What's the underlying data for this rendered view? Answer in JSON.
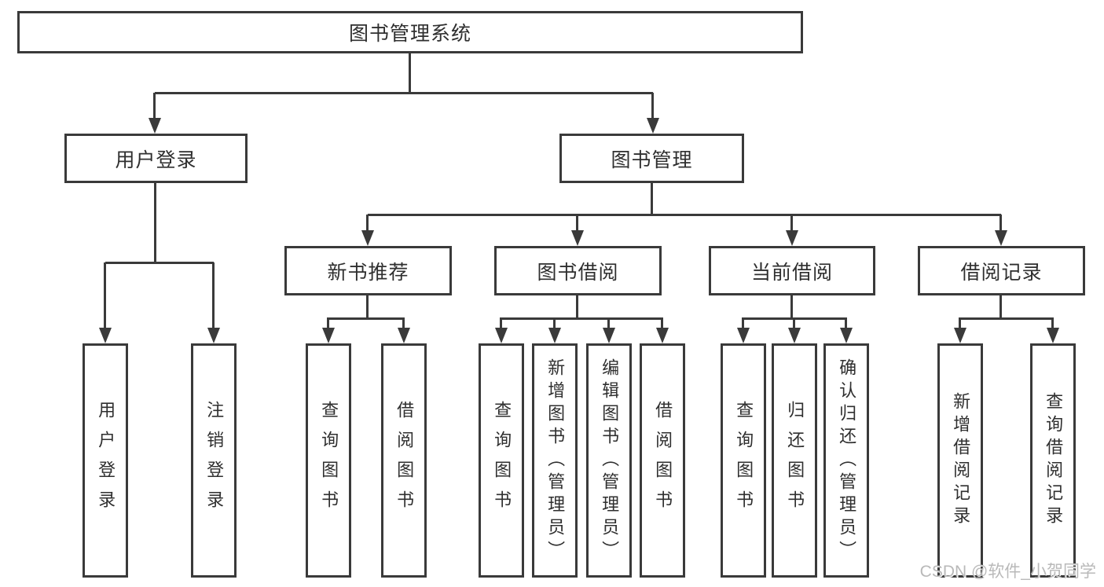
{
  "tree": {
    "root": {
      "label": "图书管理系统"
    },
    "branches": [
      {
        "label": "用户登录",
        "children": [
          {
            "label": "用户登录"
          },
          {
            "label": "注销登录"
          }
        ]
      },
      {
        "label": "图书管理",
        "sections": [
          {
            "label": "新书推荐",
            "children": [
              {
                "label": "查询图书"
              },
              {
                "label": "借阅图书"
              }
            ]
          },
          {
            "label": "图书借阅",
            "children": [
              {
                "label": "查询图书"
              },
              {
                "label": "新增图书（管理员）"
              },
              {
                "label": "编辑图书（管理员）"
              },
              {
                "label": "借阅图书"
              }
            ]
          },
          {
            "label": "当前借阅",
            "children": [
              {
                "label": "查询图书"
              },
              {
                "label": "归还图书"
              },
              {
                "label": "确认归还（管理员）"
              }
            ]
          },
          {
            "label": "借阅记录",
            "children": [
              {
                "label": "新增借阅记录"
              },
              {
                "label": "查询借阅记录"
              }
            ]
          }
        ]
      }
    ]
  },
  "watermark": {
    "text": "CSDN @软件_小贺同学"
  },
  "colors": {
    "line": "#3a3a3a",
    "box_border": "#3a3a3a",
    "text": "#2f2f2f",
    "watermark": "#b9b9b9",
    "background": "#ffffff"
  }
}
